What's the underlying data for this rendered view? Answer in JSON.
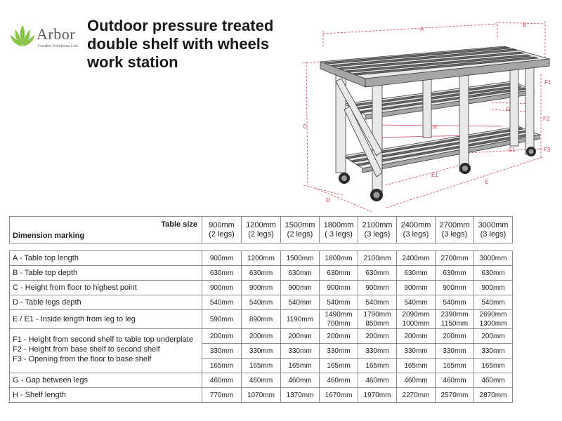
{
  "brand": {
    "name": "Arbor",
    "subtitle": "Garden Solutions Ltd.",
    "color": "#8bc34a"
  },
  "title": {
    "line1": "Outdoor pressure treated",
    "line2": "double shelf with wheels",
    "line3": "work station"
  },
  "diagram": {
    "labels": {
      "a": "A",
      "b": "B",
      "c": "C",
      "d": "D",
      "e": "E",
      "e1a": "E1",
      "e1b": "E1",
      "f1": "F1",
      "f2": "F2",
      "f3": "F3",
      "g": "G",
      "h": "H"
    },
    "dimension_color": "#d0435a"
  },
  "table": {
    "corner_top": "Table size",
    "corner_bottom": "Dimension marking",
    "sizes": [
      {
        "size": "900mm",
        "legs": "(2 legs)"
      },
      {
        "size": "1200mm",
        "legs": "(2 legs)"
      },
      {
        "size": "1500mm",
        "legs": "(2 legs)"
      },
      {
        "size": "1800mm",
        "legs": "( 3 legs)"
      },
      {
        "size": "2100mm",
        "legs": "(3 legs)"
      },
      {
        "size": "2400mm",
        "legs": "(3 legs)"
      },
      {
        "size": "2700mm",
        "legs": "(3 legs)"
      },
      {
        "size": "3000mm",
        "legs": "(3 legs)"
      }
    ],
    "rows": {
      "a": {
        "label": "A - Table top length",
        "values": [
          "900mm",
          "1200mm",
          "1500mm",
          "1800mm",
          "2100mm",
          "2400mm",
          "2700mm",
          "3000mm"
        ]
      },
      "b": {
        "label": "B - Table top depth",
        "values": [
          "630mm",
          "630mm",
          "630mm",
          "630mm",
          "630mm",
          "630mm",
          "630mm",
          "630mm"
        ]
      },
      "c": {
        "label": "C - Height from floor to highest point",
        "values": [
          "900mm",
          "900mm",
          "900mm",
          "900mm",
          "900mm",
          "900mm",
          "900mm",
          "900mm"
        ]
      },
      "d": {
        "label": "D - Table legs depth",
        "values": [
          "540mm",
          "540mm",
          "540mm",
          "540mm",
          "540mm",
          "540mm",
          "540mm",
          "540mm"
        ]
      },
      "e": {
        "label": "E / E1 - Inside length from leg to leg",
        "values": [
          {
            "l1": "590mm",
            "l2": ""
          },
          {
            "l1": "890mm",
            "l2": ""
          },
          {
            "l1": "1190mm",
            "l2": ""
          },
          {
            "l1": "1490mm",
            "l2": "700mm"
          },
          {
            "l1": "1790mm",
            "l2": "850mm"
          },
          {
            "l1": "2090mm",
            "l2": "1000mm"
          },
          {
            "l1": "2390mm",
            "l2": "1150mm"
          },
          {
            "l1": "2690mm",
            "l2": "1300mm"
          }
        ]
      },
      "f": {
        "label_f1": "F1 - Height from second shelf to table top underplate",
        "label_f2": "F2 - Height from base shelf to second shelf",
        "label_f3": "F3 - Opening from the floor to base shelf",
        "f1": [
          "200mm",
          "200mm",
          "200mm",
          "200mm",
          "200mm",
          "200mm",
          "200mm",
          "200mm"
        ],
        "f2": [
          "330mm",
          "330mm",
          "330mm",
          "330mm",
          "330mm",
          "330mm",
          "330mm",
          "330mm"
        ],
        "f3": [
          "165mm",
          "165mm",
          "165mm",
          "165mm",
          "165mm",
          "165mm",
          "165mm",
          "165mm"
        ]
      },
      "g": {
        "label": "G - Gap between legs",
        "values": [
          "460mm",
          "460mm",
          "460mm",
          "460mm",
          "460mm",
          "460mm",
          "460mm",
          "460mm"
        ]
      },
      "h": {
        "label": "H - Shelf length",
        "values": [
          "770mm",
          "1070mm",
          "1370mm",
          "1670mm",
          "1970mm",
          "2270mm",
          "2570mm",
          "2870mm"
        ]
      }
    }
  }
}
